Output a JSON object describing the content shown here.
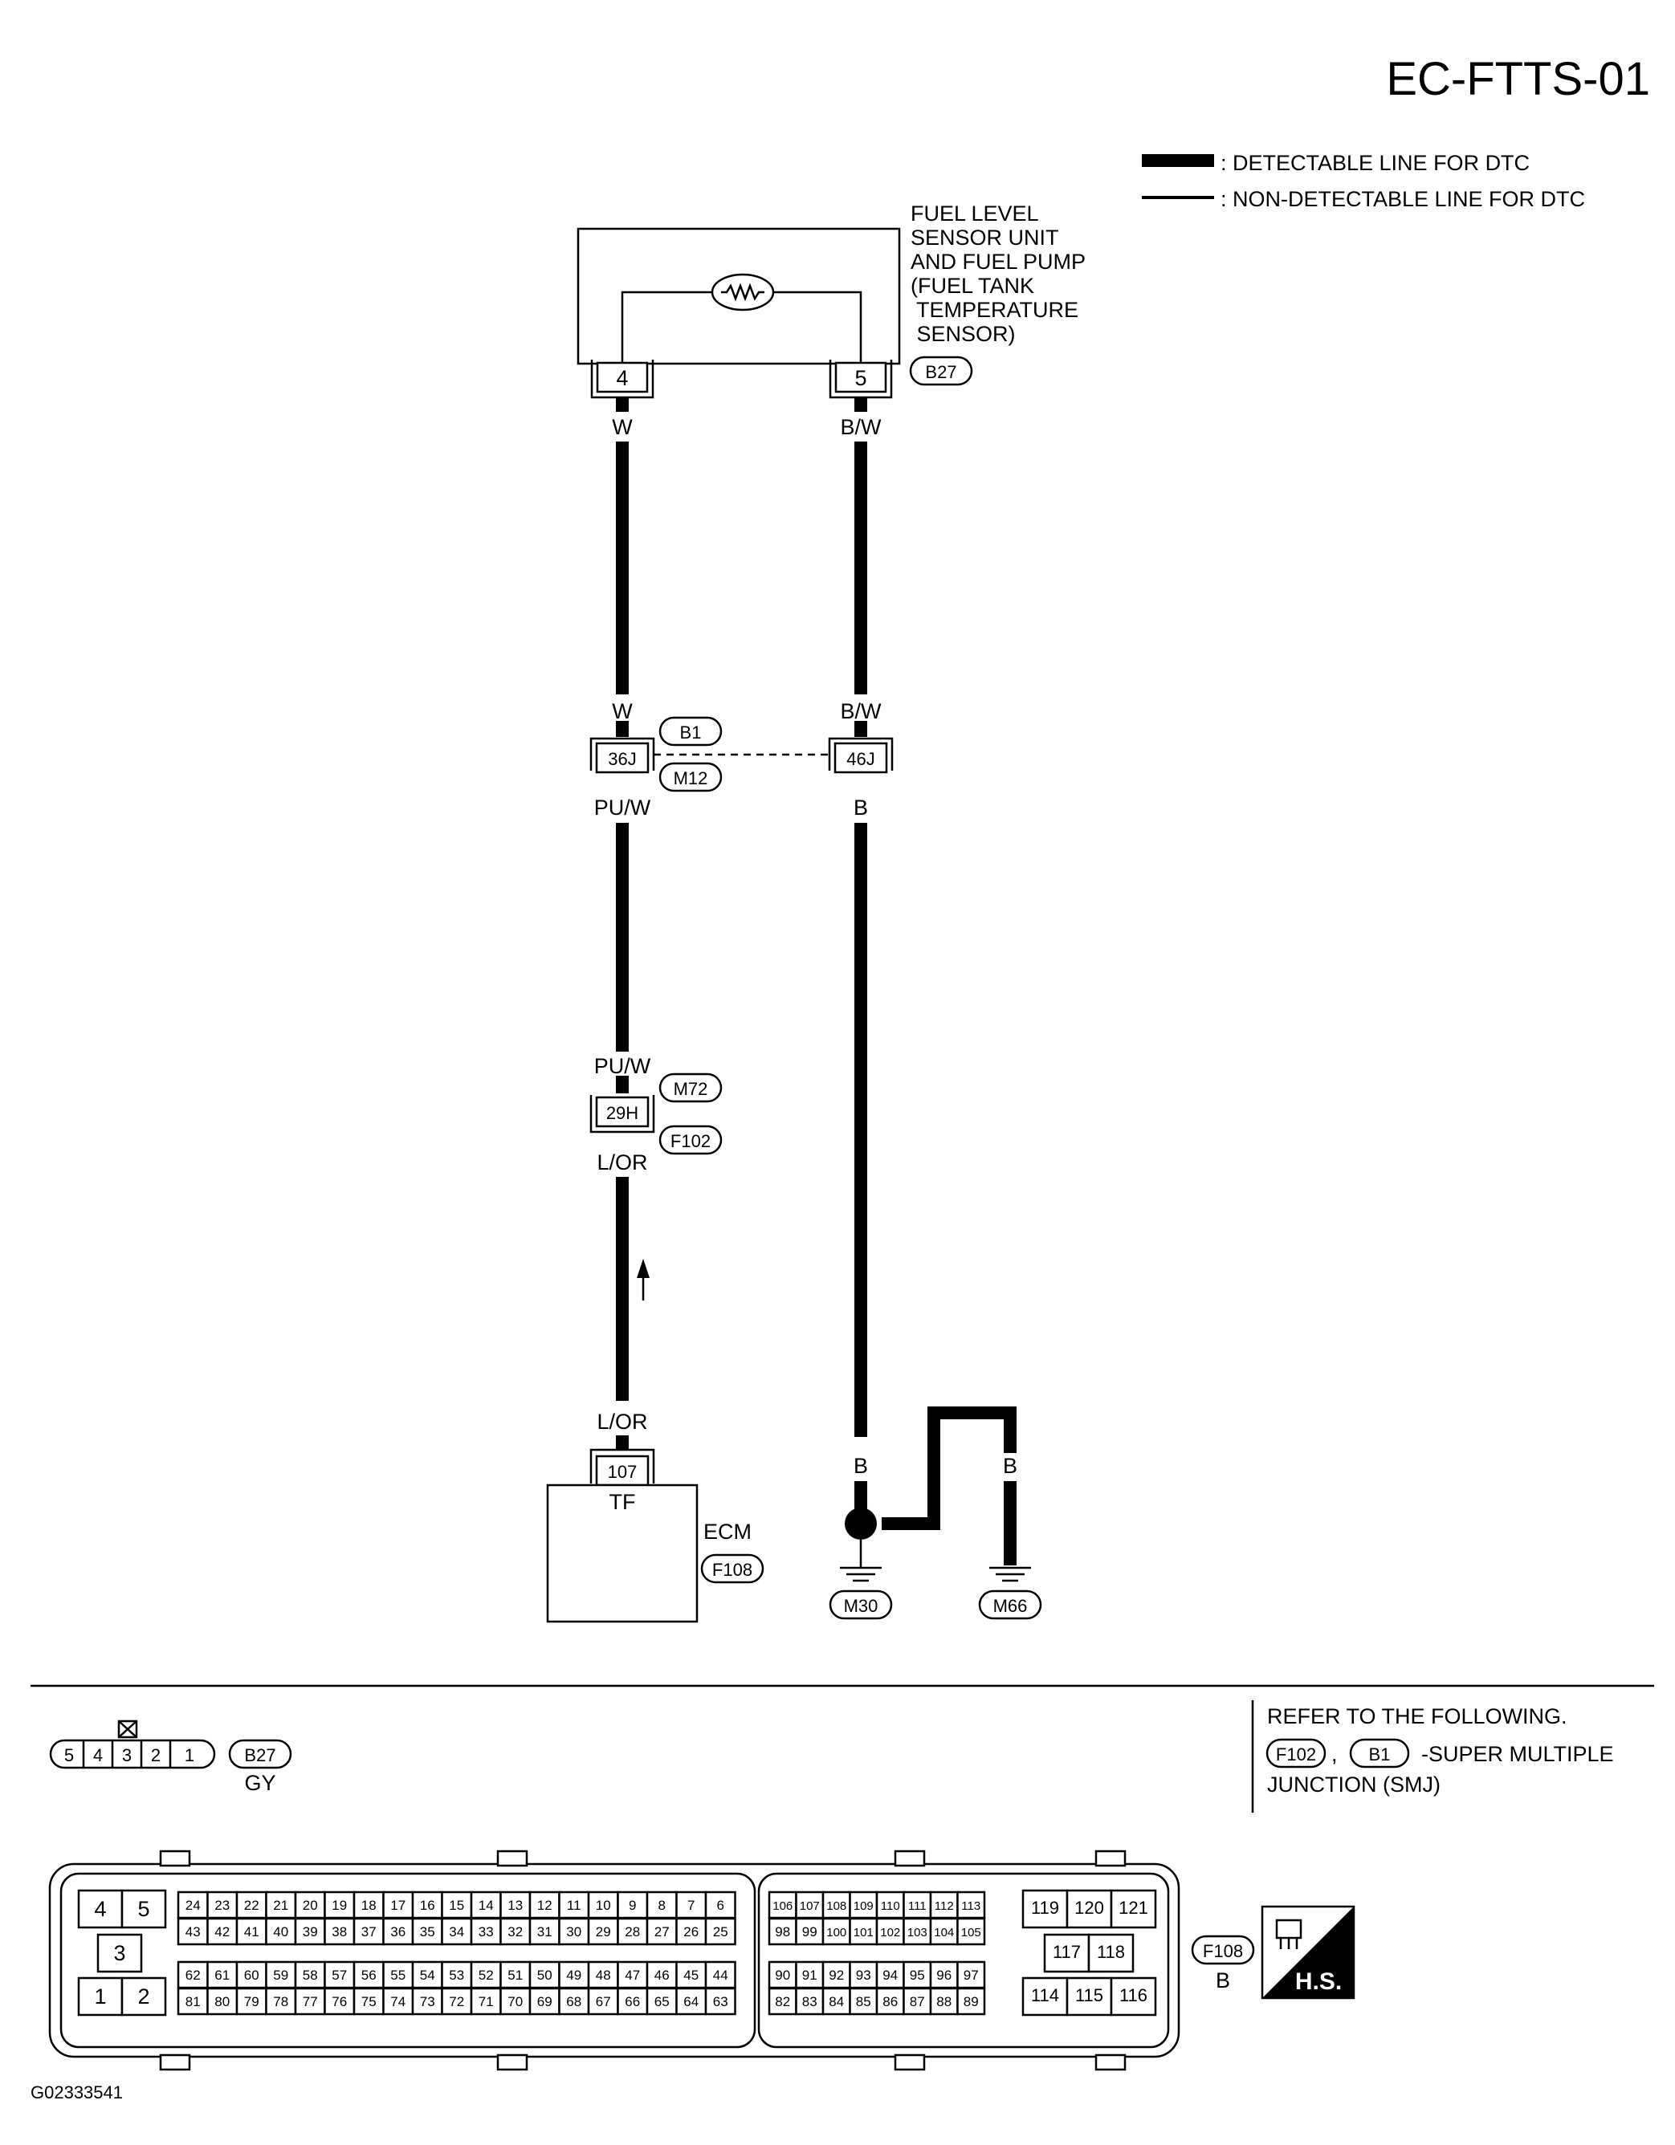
{
  "header": {
    "title": "EC-FTTS-01"
  },
  "legend": {
    "detectable": ": DETECTABLE LINE FOR DTC",
    "non_detectable": ": NON-DETECTABLE LINE FOR DTC"
  },
  "sensor": {
    "label_lines": [
      "FUEL LEVEL",
      "SENSOR UNIT",
      "AND FUEL PUMP",
      "(FUEL TANK",
      " TEMPERATURE",
      " SENSOR)"
    ],
    "connector": "B27",
    "pin_left": "4",
    "pin_right": "5"
  },
  "wires": {
    "left_top": "W",
    "left_top2": "W",
    "right_top": "B/W",
    "right_top2": "B/W",
    "left_mid": "PU/W",
    "left_mid2": "PU/W",
    "right_mid": "B",
    "left_low": "L/OR",
    "left_low2": "L/OR",
    "right_low": "B",
    "ground_branch_1": "B",
    "ground_branch_2": "B"
  },
  "junctions": {
    "j1_pin": "36J",
    "j2_pin": "46J",
    "j1_conn_a": "B1",
    "j1_conn_b": "M12",
    "j3_pin": "29H",
    "j3_conn_a": "M72",
    "j3_conn_b": "F102"
  },
  "ecm": {
    "pin": "107",
    "terminal": "TF",
    "label": "ECM",
    "connector": "F108"
  },
  "grounds": {
    "g1": "M30",
    "g2": "M66"
  },
  "bottom": {
    "refer_lines": [
      "REFER TO THE FOLLOWING.",
      "-SUPER MULTIPLE",
      "JUNCTION (SMJ)"
    ],
    "refer_conn_a": "F102",
    "refer_sep": ",",
    "refer_conn_b": "B1",
    "b27_pins": [
      "5",
      "4",
      "3",
      "2",
      "1"
    ],
    "b27_conn": "B27",
    "b27_color": "GY",
    "f108_conn": "F108",
    "f108_color": "B",
    "hs_label": "H.S.",
    "image_code": "G02333541"
  },
  "ecm_connector": {
    "small_top": [
      "4",
      "5"
    ],
    "small_mid": "3",
    "small_bot": [
      "1",
      "2"
    ],
    "a_row1": [
      "24",
      "23",
      "22",
      "21",
      "20",
      "19",
      "18",
      "17",
      "16",
      "15",
      "14",
      "13",
      "12",
      "11",
      "10",
      "9",
      "8",
      "7",
      "6"
    ],
    "a_row2": [
      "43",
      "42",
      "41",
      "40",
      "39",
      "38",
      "37",
      "36",
      "35",
      "34",
      "33",
      "32",
      "31",
      "30",
      "29",
      "28",
      "27",
      "26",
      "25"
    ],
    "a_row3": [
      "62",
      "61",
      "60",
      "59",
      "58",
      "57",
      "56",
      "55",
      "54",
      "53",
      "52",
      "51",
      "50",
      "49",
      "48",
      "47",
      "46",
      "45",
      "44"
    ],
    "a_row4": [
      "81",
      "80",
      "79",
      "78",
      "77",
      "76",
      "75",
      "74",
      "73",
      "72",
      "71",
      "70",
      "69",
      "68",
      "67",
      "66",
      "65",
      "64",
      "63"
    ],
    "b_row1": [
      "106",
      "107",
      "108",
      "109",
      "110",
      "111",
      "112",
      "113"
    ],
    "b_row2": [
      "98",
      "99",
      "100",
      "101",
      "102",
      "103",
      "104",
      "105"
    ],
    "b_row3": [
      "90",
      "91",
      "92",
      "93",
      "94",
      "95",
      "96",
      "97"
    ],
    "b_row4": [
      "82",
      "83",
      "84",
      "85",
      "86",
      "87",
      "88",
      "89"
    ],
    "c_top": [
      "119",
      "120",
      "121"
    ],
    "c_mid": [
      "117",
      "118"
    ],
    "c_bot": [
      "114",
      "115",
      "116"
    ]
  }
}
